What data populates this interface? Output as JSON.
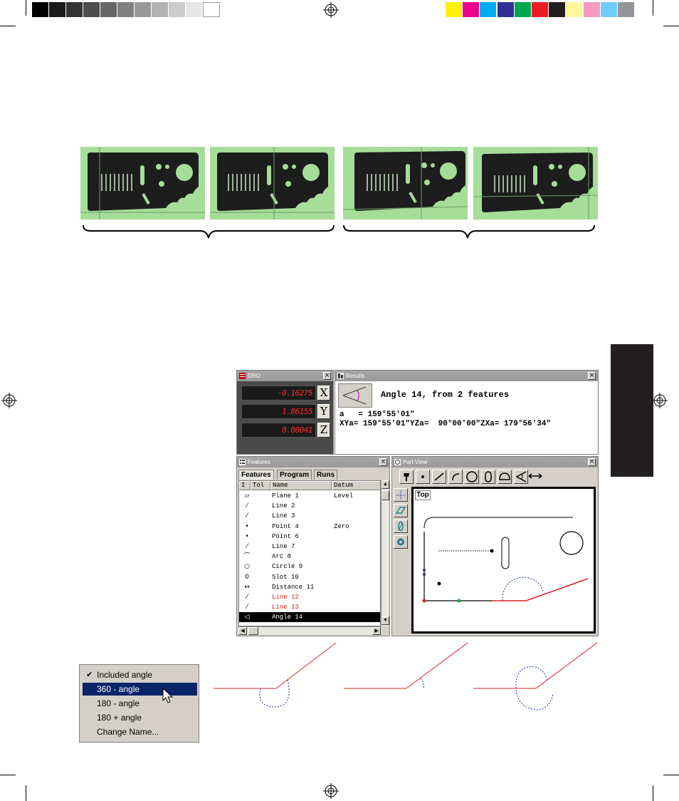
{
  "colors": {
    "grays": [
      "#000000",
      "#1a1a1a",
      "#333333",
      "#4d4d4d",
      "#666666",
      "#808080",
      "#999999",
      "#b3b3b3",
      "#cccccc",
      "#e6e6e6",
      "#ffffff"
    ],
    "process": [
      "#fff200",
      "#ec008c",
      "#00aeef",
      "#2e3192",
      "#00a651",
      "#ed1c24",
      "#231f20",
      "#fff799",
      "#f49ac1",
      "#6dcff6",
      "#939598"
    ],
    "thumb_green": "#a6dd98",
    "dro_red": "#ff2a2a",
    "selection": "#0a246a"
  },
  "dro": {
    "title": "DRO",
    "readouts": [
      {
        "value": "-0.16275",
        "axis": "X"
      },
      {
        "value": "1.86155",
        "axis": "Y"
      },
      {
        "value": "0.00041",
        "axis": "Z"
      }
    ]
  },
  "results": {
    "title": "Results",
    "heading": "Angle 14, from 2 features",
    "line1": "a   = 159°55'01\"",
    "line2": "XYa= 159°55'01\"YZa=  90°00'00\"ZXa= 179°56'34\""
  },
  "features": {
    "title": "Features",
    "tabs": [
      "Features",
      "Program",
      "Runs"
    ],
    "columns": [
      "I",
      "Tol",
      "Name",
      "Datum"
    ],
    "rows": [
      {
        "icon": "plane-icon",
        "glyph": "▱",
        "name": "Plane 1",
        "datum": "Level",
        "color": "#000000",
        "selected": false
      },
      {
        "icon": "line-icon",
        "glyph": "⁄",
        "name": "Line 2",
        "datum": "",
        "color": "#000000",
        "selected": false
      },
      {
        "icon": "line-icon",
        "glyph": "⁄",
        "name": "Line 3",
        "datum": "",
        "color": "#000000",
        "selected": false
      },
      {
        "icon": "point-icon",
        "glyph": "•",
        "name": "Point 4",
        "datum": "Zero",
        "color": "#000000",
        "selected": false
      },
      {
        "icon": "point-icon",
        "glyph": "•",
        "name": "Point 6",
        "datum": "",
        "color": "#000000",
        "selected": false
      },
      {
        "icon": "line-icon",
        "glyph": "⁄",
        "name": "Line 7",
        "datum": "",
        "color": "#000000",
        "selected": false
      },
      {
        "icon": "arc-icon",
        "glyph": "⌒",
        "name": "Arc 8",
        "datum": "",
        "color": "#000000",
        "selected": false
      },
      {
        "icon": "circle-icon",
        "glyph": "○",
        "name": "Circle 9",
        "datum": "",
        "color": "#000000",
        "selected": false
      },
      {
        "icon": "slot-icon",
        "glyph": "0",
        "name": "Slot 10",
        "datum": "",
        "color": "#000000",
        "selected": false
      },
      {
        "icon": "distance-icon",
        "glyph": "↔",
        "name": "Distance 11",
        "datum": "",
        "color": "#000000",
        "selected": false
      },
      {
        "icon": "line-icon",
        "glyph": "⁄",
        "name": "Line 12",
        "datum": "",
        "color": "#e02020",
        "selected": false
      },
      {
        "icon": "line-icon",
        "glyph": "⁄",
        "name": "Line 13",
        "datum": "",
        "color": "#e02020",
        "selected": false
      },
      {
        "icon": "angle-icon",
        "glyph": "◁",
        "name": "Angle 14",
        "datum": "",
        "color": "#ffffff",
        "selected": true
      }
    ]
  },
  "partview": {
    "title": "Part View",
    "view_label": "Top",
    "toolbar_icons": [
      "probe-icon",
      "point-icon",
      "line-icon",
      "arc-icon",
      "circle-icon",
      "slot-icon",
      "semicircle-icon",
      "angle-icon",
      "distance-icon"
    ],
    "side_icons": [
      "plane-view-icon",
      "box-view-icon",
      "rotate-icon",
      "refresh-icon"
    ]
  },
  "context_menu": {
    "items": [
      {
        "label": "Included angle",
        "checked": true,
        "highlighted": false
      },
      {
        "label": "360 - angle",
        "checked": false,
        "highlighted": true
      },
      {
        "label": "180 - angle",
        "checked": false,
        "highlighted": false
      },
      {
        "label": "180 + angle",
        "checked": false,
        "highlighted": false
      },
      {
        "label": "Change Name...",
        "checked": false,
        "highlighted": false
      }
    ]
  }
}
